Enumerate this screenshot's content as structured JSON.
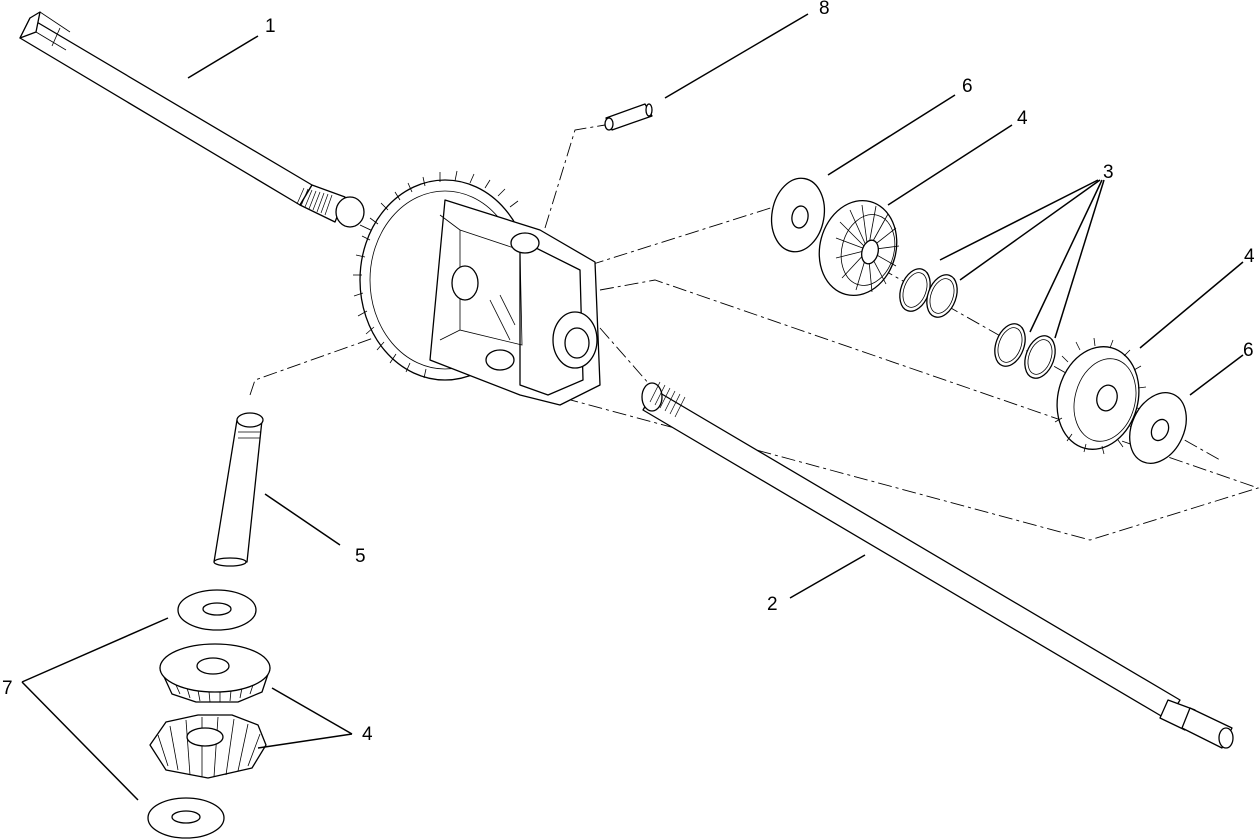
{
  "callouts": {
    "c1": "1",
    "c2": "2",
    "c3": "3",
    "c4a": "4",
    "c4b": "4",
    "c4c": "4",
    "c5": "5",
    "c6a": "6",
    "c6b": "6",
    "c7": "7",
    "c8": "8"
  }
}
